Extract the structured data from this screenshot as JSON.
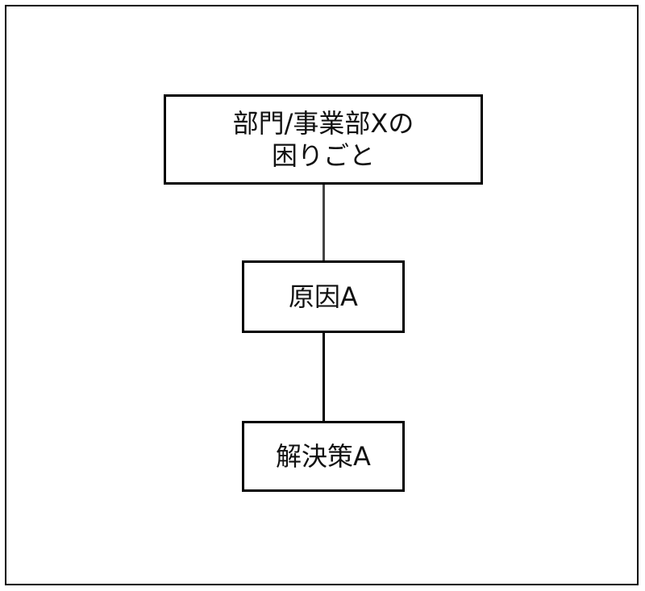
{
  "diagram": {
    "nodes": [
      {
        "id": "problem",
        "lines": [
          "部門/事業部Xの",
          "困りごと"
        ]
      },
      {
        "id": "cause",
        "lines": [
          "原因A"
        ]
      },
      {
        "id": "solution",
        "lines": [
          "解決策A"
        ]
      }
    ],
    "edges": [
      {
        "from": "problem",
        "to": "cause"
      },
      {
        "from": "cause",
        "to": "solution"
      }
    ]
  }
}
